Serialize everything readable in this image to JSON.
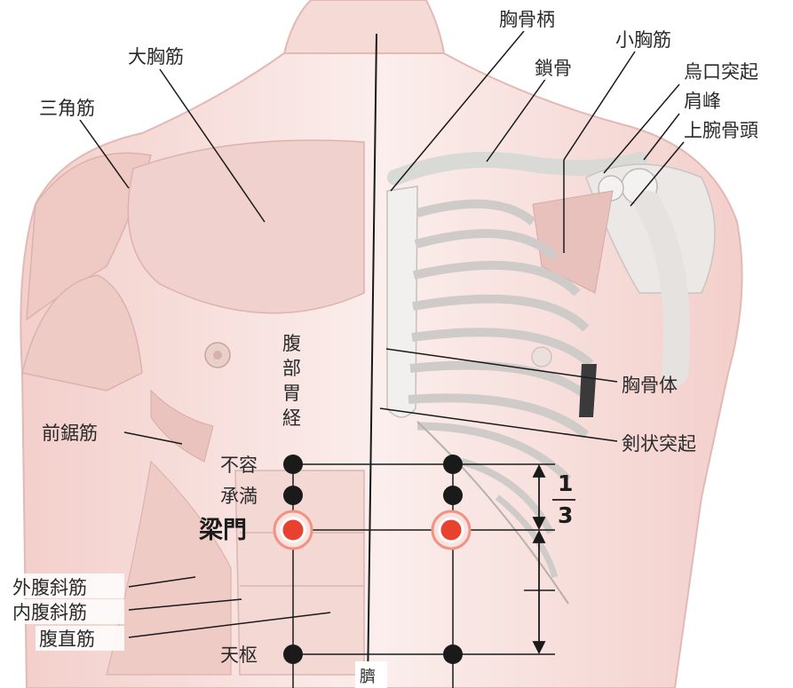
{
  "labels": {
    "sternum_handle": "胸骨柄",
    "clavicle": "鎖骨",
    "pectoralis_minor": "小胸筋",
    "coracoid": "烏口突起",
    "acromion": "肩峰",
    "humerus_head": "上腕骨頭",
    "pectoralis_major": "大胸筋",
    "deltoid": "三角筋",
    "sternum_body": "胸骨体",
    "xiphoid": "剣状突起",
    "serratus": "前鋸筋",
    "external_oblique": "外腹斜筋",
    "internal_oblique": "内腹斜筋",
    "rectus": "腹直筋",
    "meridian": [
      "腹",
      "部",
      "胃",
      "経"
    ],
    "navel": "臍",
    "fraction_num": "1",
    "fraction_den": "3"
  },
  "points": {
    "burong": "不容",
    "chengman": "承満",
    "liangmen": "梁門",
    "tianshu": "天枢"
  },
  "colors": {
    "skin": "#f7dcd8",
    "muscle_shade": "#ecc6c2",
    "bone": "#f2f2f0",
    "line": "#1a1a1a",
    "point": "#1a1a1a",
    "highlight": "#e8422f",
    "highlight_ring": "#f5a79b"
  }
}
